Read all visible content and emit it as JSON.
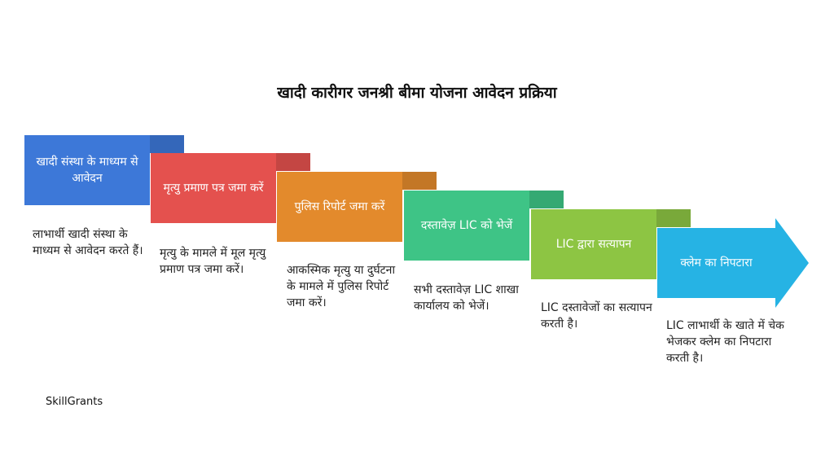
{
  "title": "खादी कारीगर जनश्री बीमा योजना आवेदन प्रक्रिया",
  "brand": "SkillGrants",
  "steps": [
    {
      "label": "खादी संस्था के माध्यम से आवेदन",
      "description": "लाभार्थी खादी संस्था के माध्यम से आवेदन करते हैं।",
      "color": "#3d78d8"
    },
    {
      "label": "मृत्यु प्रमाण पत्र जमा करें",
      "description": "मृत्यु के मामले में मूल मृत्यु प्रमाण पत्र जमा करें।",
      "color": "#e4514e"
    },
    {
      "label": "पुलिस रिपोर्ट जमा करें",
      "description": "आकस्मिक मृत्यु या दुर्घटना के मामले में पुलिस रिपोर्ट जमा करें।",
      "color": "#e38a2c"
    },
    {
      "label": "दस्तावेज़ LIC को भेजें",
      "description": "सभी दस्तावेज़ LIC शाखा कार्यालय को भेजें।",
      "color": "#3ec486"
    },
    {
      "label": "LIC द्वारा सत्यापन",
      "description": "LIC दस्तावेजों का सत्यापन करती है।",
      "color": "#8dc543"
    },
    {
      "label": "क्लेम का निपटारा",
      "description": "LIC लाभार्थी के खाते में चेक भेजकर क्लेम का निपटारा करती है।",
      "color": "#26b3e4"
    }
  ]
}
